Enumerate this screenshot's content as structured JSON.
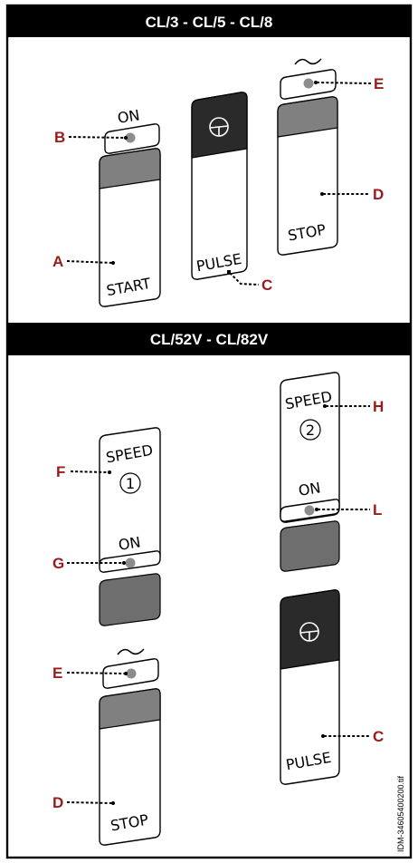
{
  "sections": [
    {
      "title": "CL/3 - CL/5 - CL/8"
    },
    {
      "title": "CL/52V - CL/82V"
    }
  ],
  "switch_text": {
    "on": "ON",
    "start": "START",
    "pulse": "PULSE",
    "stop": "STOP",
    "speed": "SPEED",
    "one": "1",
    "two": "2"
  },
  "callouts": {
    "A": "A",
    "B": "B",
    "C": "C",
    "D": "D",
    "E": "E",
    "F": "F",
    "G": "G",
    "H": "H",
    "L": "L"
  },
  "file_id": "IDM-34605400200.tif",
  "colors": {
    "callout": "#9a1b1b",
    "header": "#000000",
    "tab_gray": "#808080",
    "cap_dark": "#2a2a2a",
    "indicator_dot": "#8c8c8c"
  },
  "icons": {
    "pulse": "circle-with-cross-icon",
    "alternating_current": "tilde-icon"
  }
}
